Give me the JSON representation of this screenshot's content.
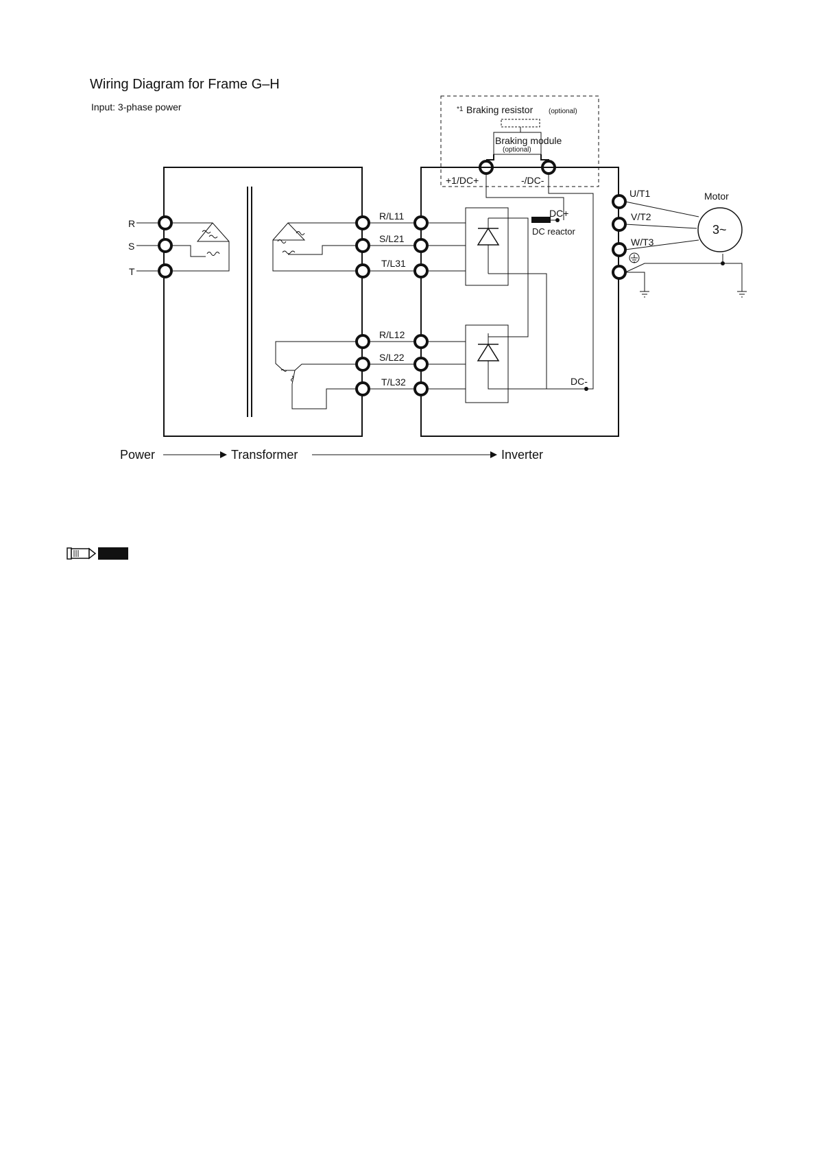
{
  "page": {
    "title": "Wiring Diagram for Frame G–H",
    "subtitle": "Input: 3-phase power"
  },
  "braking": {
    "resistor_prefix": "*1",
    "resistor_label": "Braking resistor",
    "resistor_optional": "(optional)",
    "module_label": "Braking module",
    "module_optional": "(optional)",
    "dc_plus_terminal": "+1/DC+",
    "dc_minus_terminal": "-/DC-"
  },
  "power_input": {
    "r": "R",
    "s": "S",
    "t": "T"
  },
  "inverter_inputs": {
    "rl11": "R/L11",
    "sl21": "S/L21",
    "tl31": "T/L31",
    "rl12": "R/L12",
    "sl22": "S/L22",
    "tl32": "T/L32"
  },
  "dc_bus": {
    "dc_plus": "DC+",
    "reactor": "DC reactor",
    "dc_minus": "DC-"
  },
  "motor": {
    "label": "Motor",
    "symbol": "3~",
    "u": "U/T1",
    "v": "V/T2",
    "w": "W/T3"
  },
  "flow": {
    "power": "Power",
    "transformer": "Transformer",
    "inverter": "Inverter"
  },
  "note": {
    "icon": "note-pencil-icon"
  }
}
